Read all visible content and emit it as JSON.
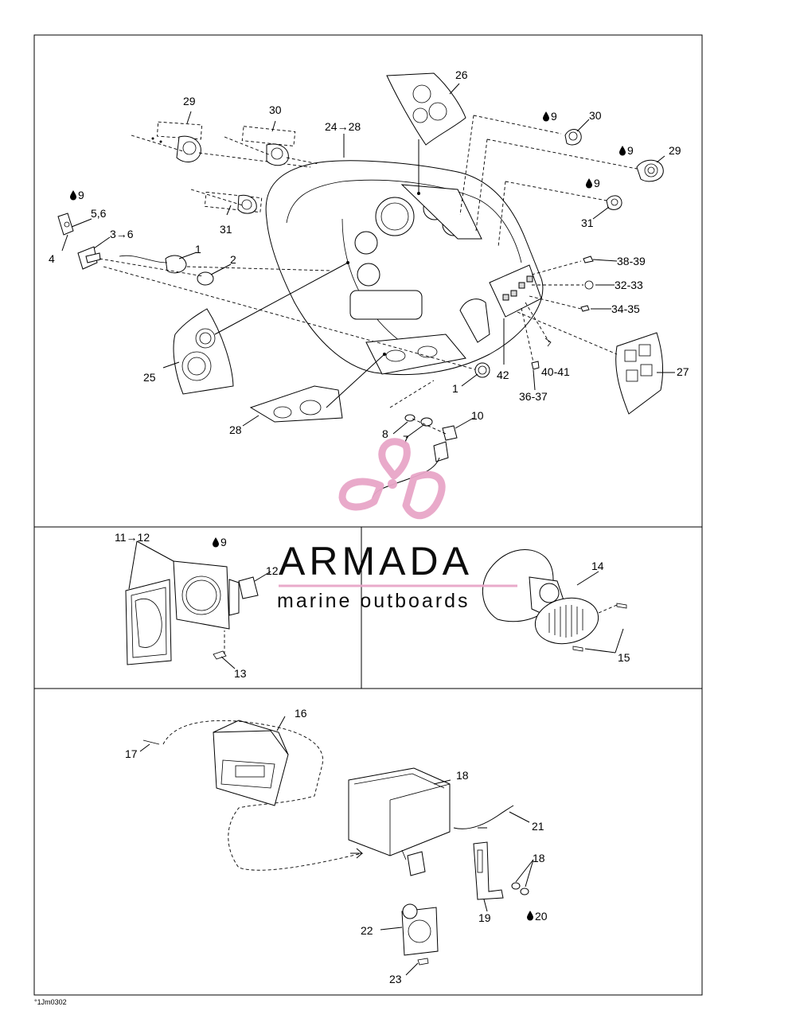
{
  "callouts": {
    "c1a": "1",
    "c1b": "1",
    "c2": "2",
    "c3_6": "3→6",
    "c4": "4",
    "c5_6": "5,6",
    "c7": "7",
    "c8": "8",
    "c9a": "9",
    "c9b": "9",
    "c9c": "9",
    "c9d": "9",
    "c9e": "9",
    "c10": "10",
    "c11_12": "11→12",
    "c12": "12",
    "c13": "13",
    "c14": "14",
    "c15": "15",
    "c16": "16",
    "c17": "17",
    "c18a": "18",
    "c18b": "18",
    "c19": "19",
    "c20": "20",
    "c21": "21",
    "c22": "22",
    "c23": "23",
    "c24_28": "24→28",
    "c25": "25",
    "c26": "26",
    "c27": "27",
    "c28": "28",
    "c29a": "29",
    "c29b": "29",
    "c30a": "30",
    "c30b": "30",
    "c31a": "31",
    "c31b": "31",
    "c32_33": "32-33",
    "c34_35": "34-35",
    "c36_37": "36-37",
    "c38_39": "38-39",
    "c40_41": "40-41",
    "c42": "42"
  },
  "drop_icon": "drop-icon",
  "reference_code": "°1Jm0302",
  "watermark": {
    "word": "ARMADA",
    "subtitle": "marine outboards"
  },
  "colors": {
    "logo_pink": "#e8a6c8",
    "watermark_grey": "#6b6b6b",
    "line": "#000000"
  }
}
